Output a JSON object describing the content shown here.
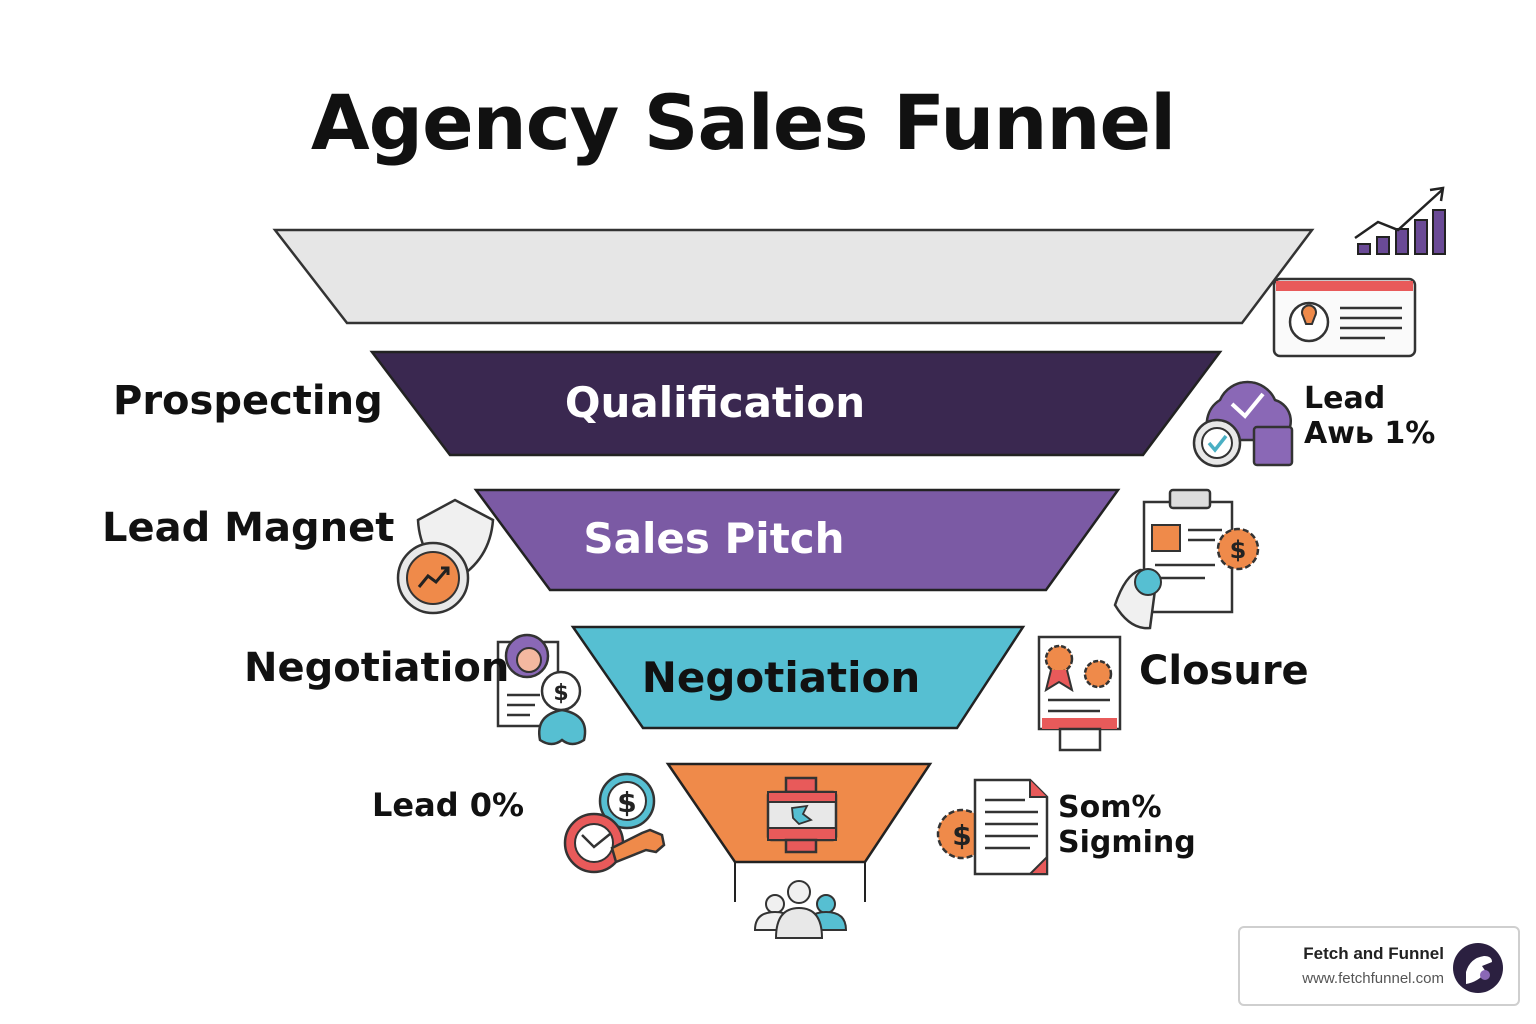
{
  "title": "Agency Sales Funnel",
  "stages": [
    {
      "label": "",
      "color": "#e6e6e6"
    },
    {
      "label": "Qualification",
      "color": "#3a2850"
    },
    {
      "label": "Sales Pitch",
      "color": "#7b5aa4"
    },
    {
      "label": "Negotiation",
      "color": "#56bfd2"
    },
    {
      "label": "",
      "color": "#ef8a4a"
    }
  ],
  "side_labels": {
    "prospecting": "Prospecting",
    "lead_magnet": "Lead Magnet",
    "negotiation_left": "Negotiation",
    "lead_zero": "Lead 0%",
    "lead_aw_line1": "Lead",
    "lead_aw_line2": "Awь 1%",
    "closure": "Closure",
    "som_line1": "Som%",
    "som_line2": "Sigming"
  },
  "icons": {
    "top_right": "growth-chart-icon",
    "browser": "idea-browser-icon",
    "check_cloud": "approval-check-icon",
    "lead_magnet": "shield-trend-icon",
    "clipboard": "clipboard-dollar-icon",
    "negotiation": "person-dollar-icon",
    "closure": "certificate-icon",
    "lead_zero": "dollar-key-icon",
    "bottom_funnel": "briefcase-icon",
    "people": "people-group-icon",
    "signing": "signed-document-icon"
  },
  "brand": {
    "name": "Fetch and Funnel",
    "url": "www.fetchfunnel.com",
    "color": "#2b2040"
  }
}
